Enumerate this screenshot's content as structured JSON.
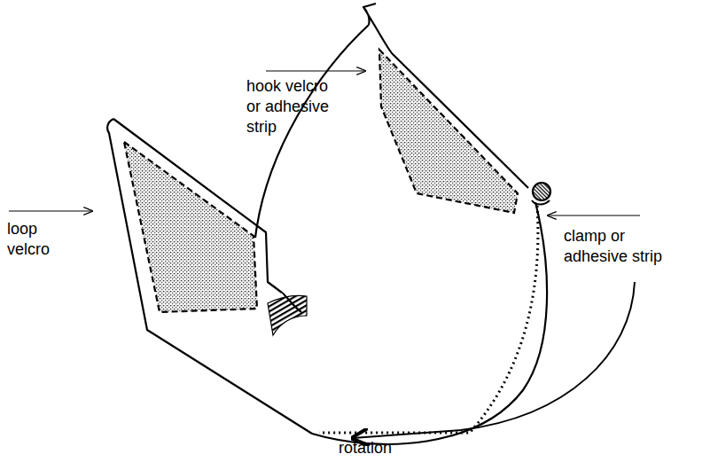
{
  "diagram": {
    "labels": [
      "hook velcro or adhesive strip",
      "loop velcro",
      "clamp or adhesive strip",
      "rotation"
    ]
  }
}
